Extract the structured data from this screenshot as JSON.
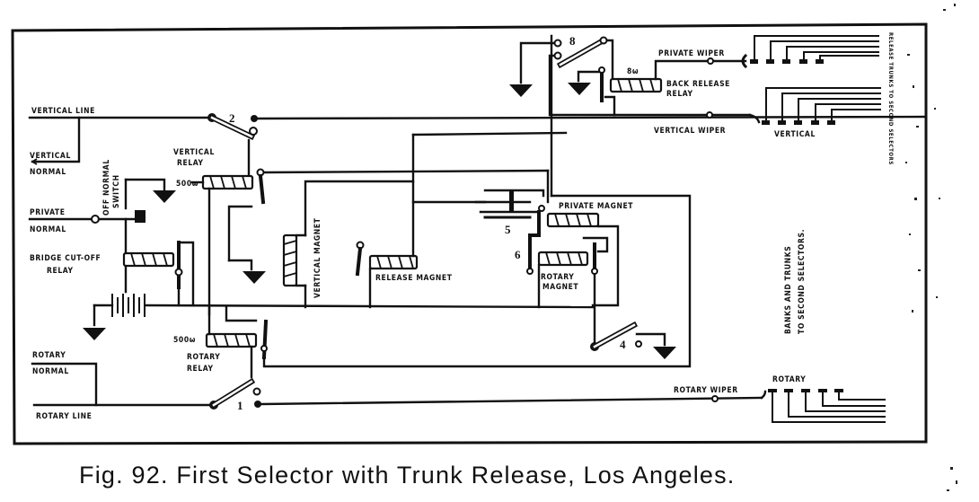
{
  "figure": {
    "caption": "Fig. 92.  First Selector with Trunk Release, Los Angeles."
  },
  "labels": {
    "vertical_line": "VERTICAL LINE",
    "vertical_normal_1": "VERTICAL",
    "vertical_normal_2": "NORMAL",
    "private_normal_1": "PRIVATE",
    "private_normal_2": "NORMAL",
    "off_normal_switch_1": "OFF NORMAL",
    "off_normal_switch_2": "SWITCH",
    "vertical_relay_1": "VERTICAL",
    "vertical_relay_2": "RELAY",
    "vertical_relay_res": "500ω",
    "bridge_cutoff_relay_1": "BRIDGE CUT-OFF",
    "bridge_cutoff_relay_2": "RELAY",
    "rotary_relay_1": "ROTARY",
    "rotary_relay_2": "RELAY",
    "rotary_relay_res": "500ω",
    "rotary_normal_1": "ROTARY",
    "rotary_normal_2": "NORMAL",
    "rotary_line": "ROTARY LINE",
    "vertical_magnet": "VERTICAL MAGNET",
    "release_magnet": "RELEASE MAGNET",
    "private_magnet": "PRIVATE MAGNET",
    "rotary_magnet_1": "ROTARY",
    "rotary_magnet_2": "MAGNET",
    "private_wiper": "PRIVATE WIPER",
    "back_release_relay_1": "BACK RELEASE",
    "back_release_relay_2": "RELAY",
    "back_release_res": "8ω",
    "vertical_wiper": "VERTICAL WIPER",
    "vertical_bank": "VERTICAL",
    "rotary_wiper": "ROTARY WIPER",
    "rotary_bank": "ROTARY",
    "banks_trunks_1": "BANKS AND TRUNKS",
    "banks_trunks_2": "TO SECOND SELECTORS.",
    "release_trunks": "RELEASE TRUNKS TO SECOND SELECTORS"
  },
  "switch_numbers": {
    "s1": "1",
    "s2": "2",
    "s4": "4",
    "s5": "5",
    "s6": "6",
    "s8": "8"
  }
}
